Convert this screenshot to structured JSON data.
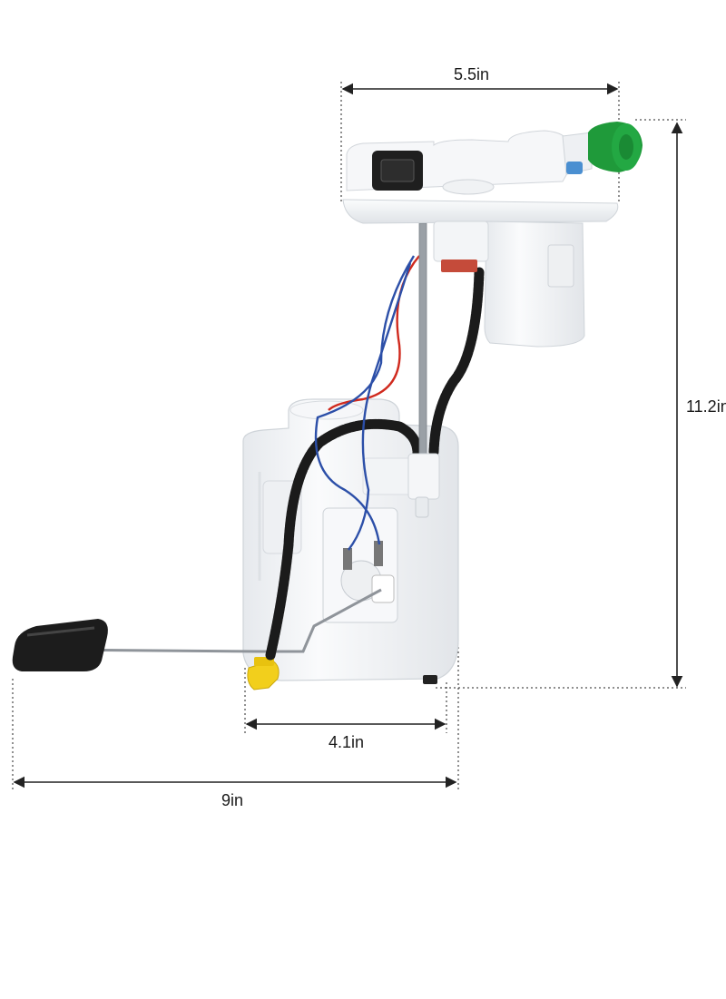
{
  "dimensions": {
    "top_width": "5.5in",
    "height": "11.2in",
    "tank_width": "4.1in",
    "total_width": "9in"
  },
  "colors": {
    "plastic": "#f4f5f7",
    "plastic_shade": "#e3e6ea",
    "hose": "#1b1b1b",
    "cap_green": "#1f9a3a",
    "plug_yellow": "#f2cf1c",
    "float_black": "#1c1c1c",
    "rod": "#8f949a",
    "wire_red": "#d02a1e",
    "wire_blue": "#2c4fa8",
    "dim_line": "#222222"
  }
}
